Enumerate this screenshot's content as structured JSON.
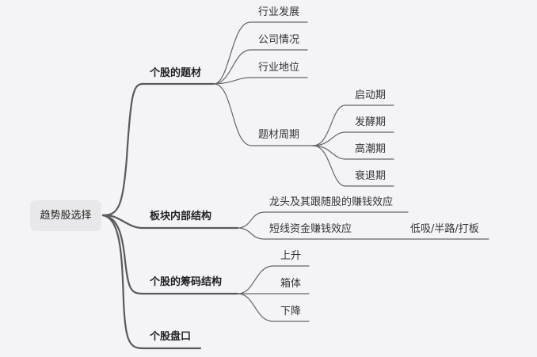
{
  "mindmap": {
    "root": "趋势股选择",
    "branches": [
      {
        "label": "个股的题材",
        "children": [
          {
            "label": "行业发展"
          },
          {
            "label": "公司情况"
          },
          {
            "label": "行业地位"
          },
          {
            "label": "题材周期",
            "children": [
              {
                "label": "启动期"
              },
              {
                "label": "发酵期"
              },
              {
                "label": "高潮期"
              },
              {
                "label": "衰退期"
              }
            ]
          }
        ]
      },
      {
        "label": "板块内部结构",
        "children": [
          {
            "label": "龙头及其跟随股的赚钱效应"
          },
          {
            "label": "短线资金赚钱效应",
            "children": [
              {
                "label": "低吸/半路/打板"
              }
            ]
          }
        ]
      },
      {
        "label": "个股的筹码结构",
        "children": [
          {
            "label": "上升"
          },
          {
            "label": "箱体"
          },
          {
            "label": "下降"
          }
        ]
      },
      {
        "label": "个股盘口"
      }
    ]
  },
  "colors": {
    "background": "#f4f4f8",
    "root_fill": "#e8e8ea",
    "main_line": "#555555",
    "sub_line": "#666666",
    "text": "#333333"
  }
}
